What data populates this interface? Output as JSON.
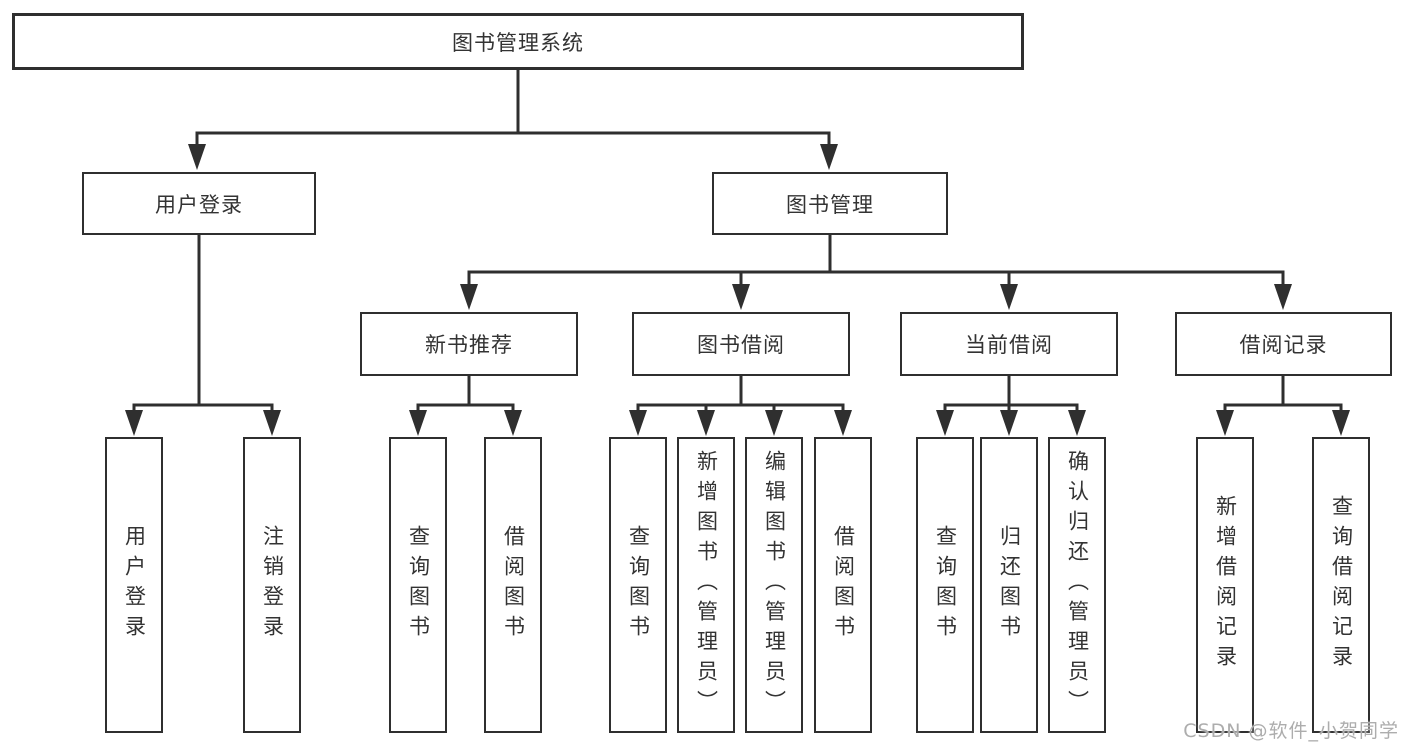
{
  "tree": {
    "root": {
      "label": "图书管理系统"
    },
    "login_branch": {
      "label": "用户登录",
      "leaves": [
        {
          "label": "用户登录"
        },
        {
          "label": "注销登录"
        }
      ]
    },
    "management_branch": {
      "label": "图书管理",
      "groups": [
        {
          "label": "新书推荐",
          "leaves": [
            {
              "label": "查询图书"
            },
            {
              "label": "借阅图书"
            }
          ]
        },
        {
          "label": "图书借阅",
          "leaves": [
            {
              "label": "查询图书"
            },
            {
              "label": "新增图书（管理员）"
            },
            {
              "label": "编辑图书（管理员）"
            },
            {
              "label": "借阅图书"
            }
          ]
        },
        {
          "label": "当前借阅",
          "leaves": [
            {
              "label": "查询图书"
            },
            {
              "label": "归还图书"
            },
            {
              "label": "确认归还（管理员）"
            }
          ]
        },
        {
          "label": "借阅记录",
          "leaves": [
            {
              "label": "新增借阅记录"
            },
            {
              "label": "查询借阅记录"
            }
          ]
        }
      ]
    }
  },
  "colors": {
    "line": "#2f2f2f",
    "text": "#333333",
    "watermark": "#adadad",
    "background": "#ffffff"
  },
  "watermark": {
    "text": "CSDN @软件_小贺同学"
  }
}
